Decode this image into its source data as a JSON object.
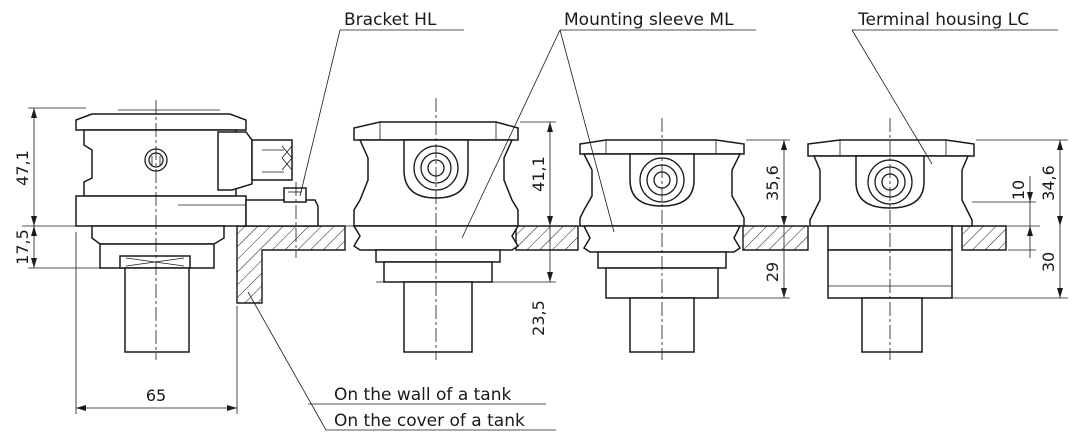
{
  "labels": {
    "bracket": "Bracket HL",
    "sleeve": "Mounting sleeve ML",
    "terminal": "Terminal housing LC",
    "wall": "On the wall of a tank",
    "cover": "On the cover of a tank"
  },
  "dimensions": {
    "d47_1": "47,1",
    "d17_5": "17,5",
    "d65": "65",
    "d41_1": "41,1",
    "d23_5": "23,5",
    "d35_6": "35,6",
    "d29": "29",
    "d10": "10",
    "d34_6": "34,6",
    "d30": "30"
  }
}
